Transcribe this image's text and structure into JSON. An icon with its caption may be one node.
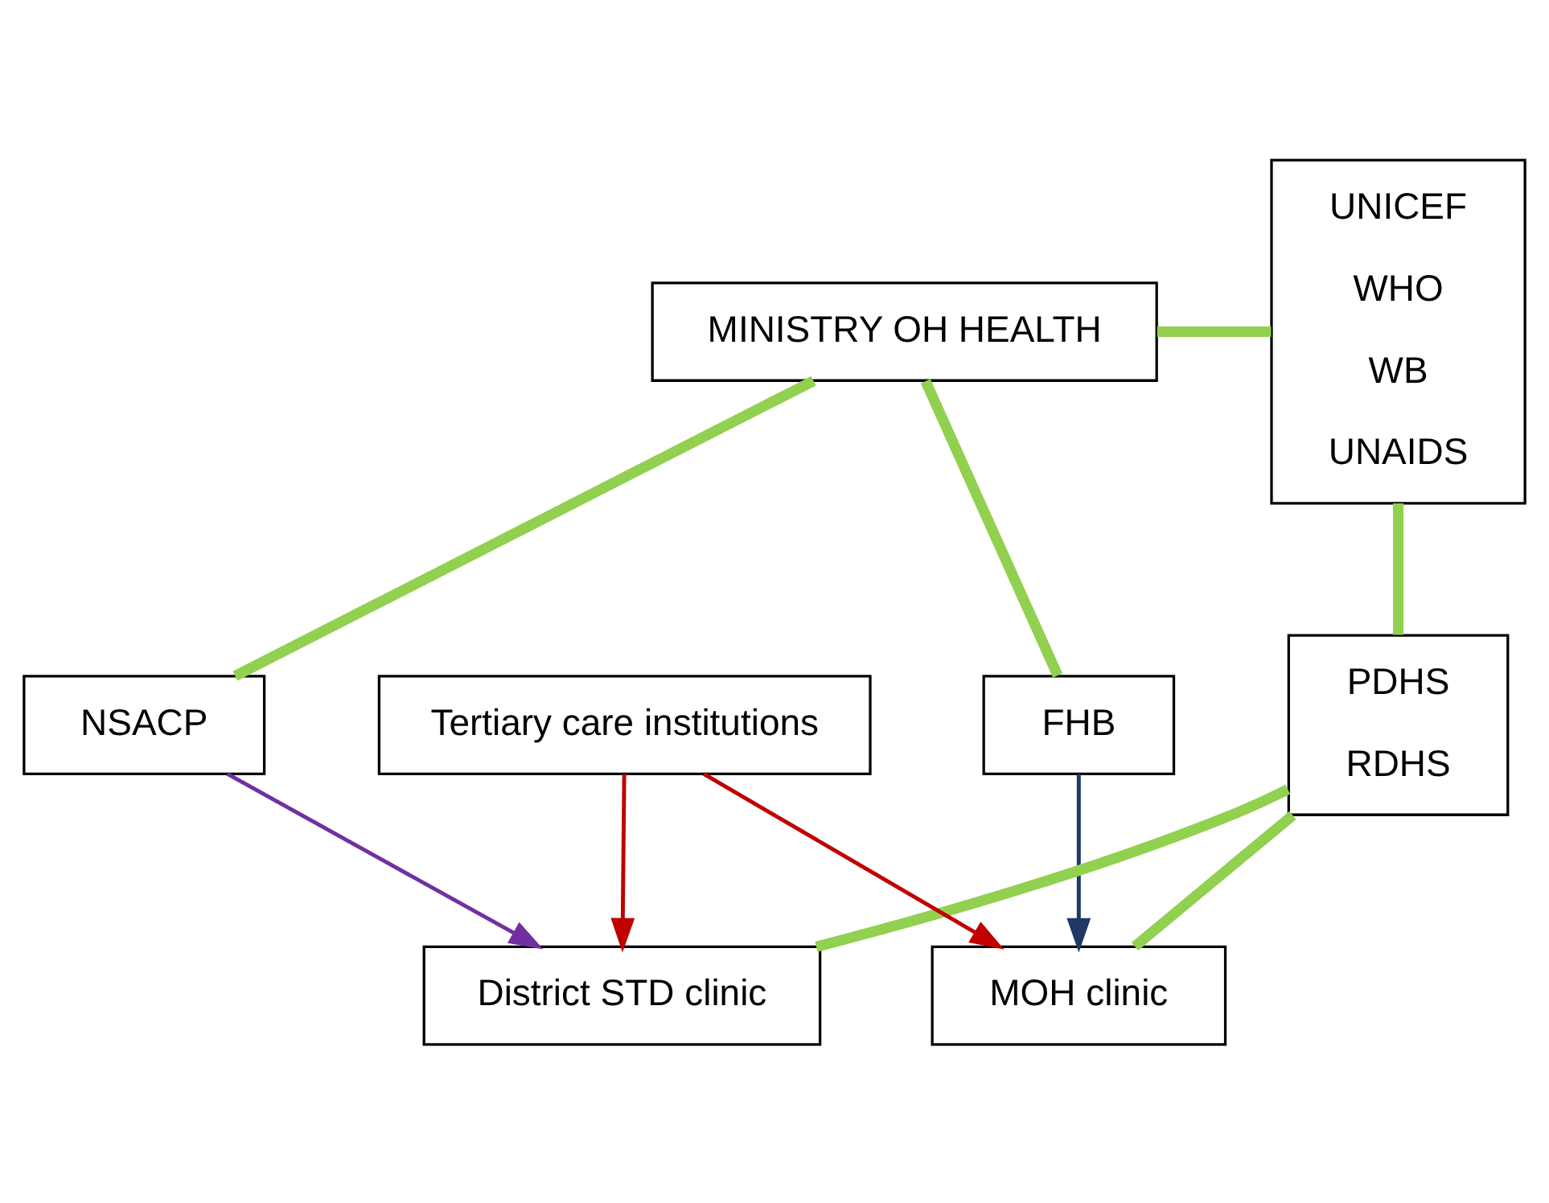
{
  "diagram": {
    "nodes": [
      {
        "text": [
          "MINISTRY OH HEALTH"
        ]
      },
      {
        "text": [
          "UNICEF",
          "WHO",
          "WB",
          "UNAIDS"
        ]
      },
      {
        "text": [
          "NSACP"
        ]
      },
      {
        "text": [
          "FHB"
        ]
      },
      {
        "text": [
          "PDHS",
          "RDHS"
        ]
      },
      {
        "text": [
          "Tertiary care institutions"
        ]
      },
      {
        "text": [
          "MOH clinic"
        ]
      },
      {
        "text": [
          "District STD clinic"
        ]
      }
    ],
    "edges": [
      {
        "from": 0,
        "to": 2,
        "arrow": "none"
      },
      {
        "from": 0,
        "to": 3,
        "arrow": "none"
      },
      {
        "from": 0,
        "to": 1,
        "arrow": "none"
      },
      {
        "from": 1,
        "to": 4,
        "arrow": "none"
      },
      {
        "from": 4,
        "to": 6,
        "arrow": "none"
      },
      {
        "from": 4,
        "to": 7,
        "arrow": "none"
      },
      {
        "from": 3,
        "to": 6,
        "arrow": "to",
        "color": "#1f3864"
      },
      {
        "from": 5,
        "to": 6,
        "arrow": "to",
        "color": "#c00000"
      },
      {
        "from": 5,
        "to": 7,
        "arrow": "to",
        "color": "#c00000"
      },
      {
        "from": 2,
        "to": 7,
        "arrow": "to",
        "color": "#7030a0"
      }
    ]
  }
}
